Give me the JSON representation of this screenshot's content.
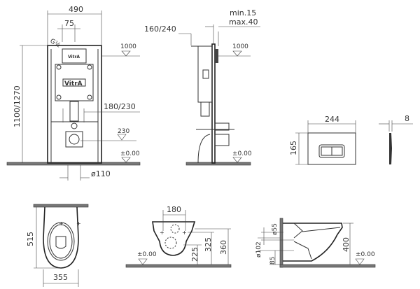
{
  "frame_front": {
    "width": "490",
    "offset": "75",
    "inlet": "G½",
    "height": "1100/1270",
    "level_top": "1000",
    "bolt_spacing": "180/230",
    "outlet_height": "230",
    "floor_level": "±0.00",
    "drain_diameter": "ø110",
    "brand_top": "VitrA",
    "brand_panel": "VitrA"
  },
  "frame_side": {
    "depth": "160/240",
    "wall_min": "min.15",
    "wall_max": "max.40",
    "level_top": "1000",
    "floor_level": "±0.00"
  },
  "flush_plate": {
    "width": "244",
    "height": "165",
    "thickness": "8"
  },
  "bowl_top": {
    "length": "515",
    "width": "355"
  },
  "bowl_front": {
    "bolt_spacing": "180",
    "h1": "225",
    "h2": "325",
    "h3": "360",
    "floor_level": "±0.00"
  },
  "bowl_side": {
    "inlet_diameter": "ø55",
    "outlet_diameter": "ø102",
    "outlet_height": "85",
    "height": "400",
    "floor_level": "±0.00"
  }
}
